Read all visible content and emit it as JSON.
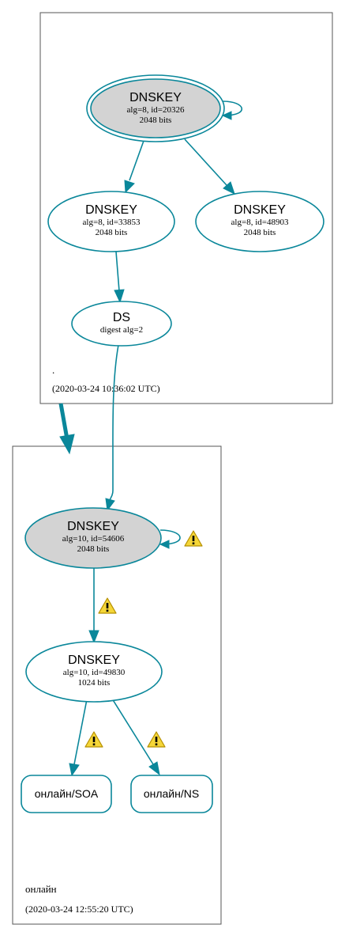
{
  "colors": {
    "edge": "#0a879a",
    "trusted_fill": "#d3d3d3",
    "warning_fill": "#f5d638"
  },
  "zones": {
    "root": {
      "name": ".",
      "timestamp": "(2020-03-24 10:36:02 UTC)"
    },
    "child": {
      "name": "онлайн",
      "timestamp": "(2020-03-24 12:55:20 UTC)"
    }
  },
  "nodes": {
    "root_ksk": {
      "title": "DNSKEY",
      "line1": "alg=8, id=20326",
      "line2": "2048 bits"
    },
    "root_zsk1": {
      "title": "DNSKEY",
      "line1": "alg=8, id=33853",
      "line2": "2048 bits"
    },
    "root_zsk2": {
      "title": "DNSKEY",
      "line1": "alg=8, id=48903",
      "line2": "2048 bits"
    },
    "ds": {
      "title": "DS",
      "line1": "digest alg=2"
    },
    "child_ksk": {
      "title": "DNSKEY",
      "line1": "alg=10, id=54606",
      "line2": "2048 bits"
    },
    "child_zsk": {
      "title": "DNSKEY",
      "line1": "alg=10, id=49830",
      "line2": "1024 bits"
    },
    "soa": {
      "label": "онлайн/SOA"
    },
    "ns": {
      "label": "онлайн/NS"
    }
  },
  "icons": {
    "warning": "warning-icon"
  }
}
